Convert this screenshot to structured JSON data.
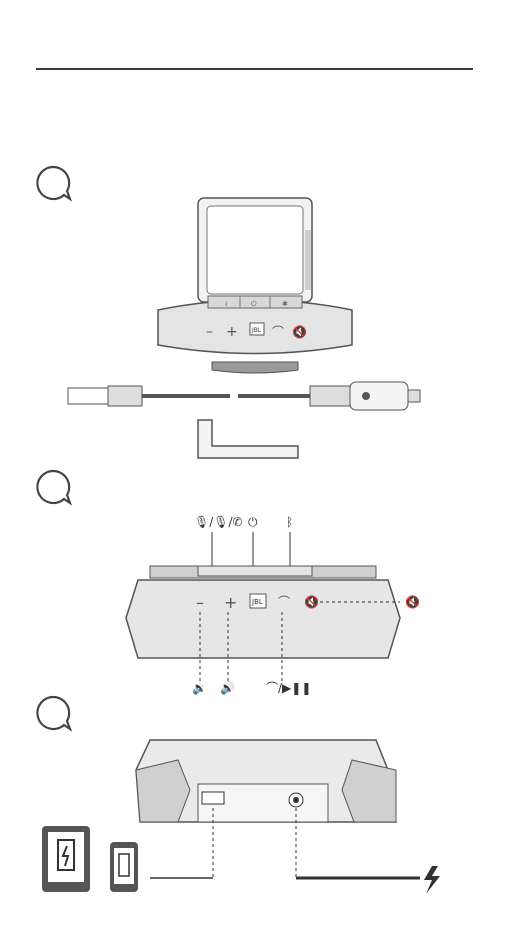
{
  "document": {
    "sections": [
      {
        "id": "in-the-box",
        "bubble_label": ""
      },
      {
        "id": "controls",
        "bubble_label": ""
      },
      {
        "id": "connections",
        "bubble_label": ""
      }
    ],
    "brand_logo": "JBL",
    "controls": {
      "top_buttons": [
        "mic / mic-mute / end-call",
        "power",
        "bluetooth"
      ],
      "front_buttons": [
        "volume-down",
        "volume-up",
        "call / play-pause",
        "mute"
      ]
    },
    "icons": [
      "speech-bubble-icon",
      "battery-charging-icon",
      "lightning-icon",
      "volume-down-icon",
      "volume-up-icon",
      "phone-icon",
      "play-pause-icon",
      "mute-icon",
      "bluetooth-icon",
      "power-icon",
      "mic-icon"
    ],
    "colors": {
      "line": "#3a3a3a",
      "device": "#e6e6e6",
      "dark": "#444444"
    }
  }
}
